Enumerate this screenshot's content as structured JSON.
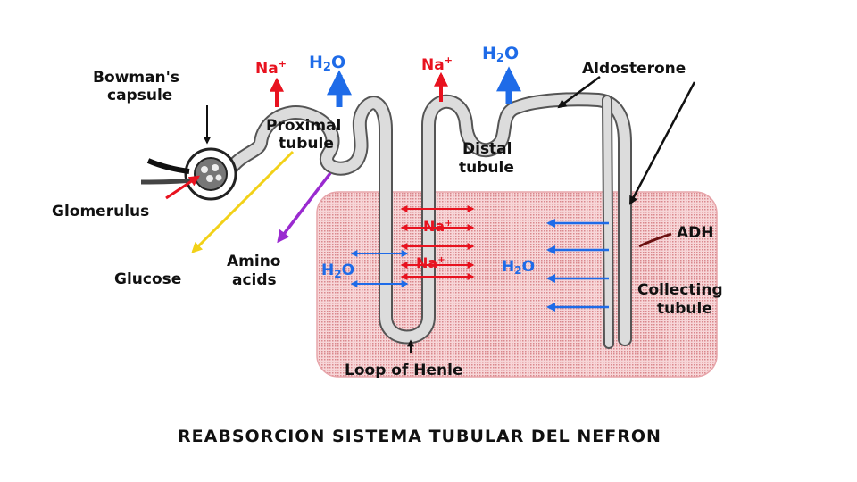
{
  "labels": {
    "bowmans_line1": "Bowman's",
    "bowmans_line2": "capsule",
    "glomerulus": "Glomerulus",
    "proximal_line1": "Proximal",
    "proximal_line2": "tubule",
    "distal_line1": "Distal",
    "distal_line2": "tubule",
    "aldosterone": "Aldosterone",
    "adh": "ADH",
    "collecting_line1": "Collecting",
    "collecting_line2": "tubule",
    "glucose": "Glucose",
    "amino_line1": "Amino",
    "amino_line2": "acids",
    "loop": "Loop of Henle"
  },
  "substances": {
    "na": "Na",
    "na_charge": "+",
    "h2o": "H2O",
    "h2o_h": "H",
    "h2o_2": "2",
    "h2o_o": "O"
  },
  "caption": "REABSORCION SISTEMA TUBULAR DEL NEFRON",
  "colors": {
    "sodium": "#e8121f",
    "water": "#1e6be8",
    "glucose": "#f2d118",
    "amino": "#9a2ad0",
    "medulla": "#f4b9bd",
    "tubule": "#dcdcdc"
  }
}
